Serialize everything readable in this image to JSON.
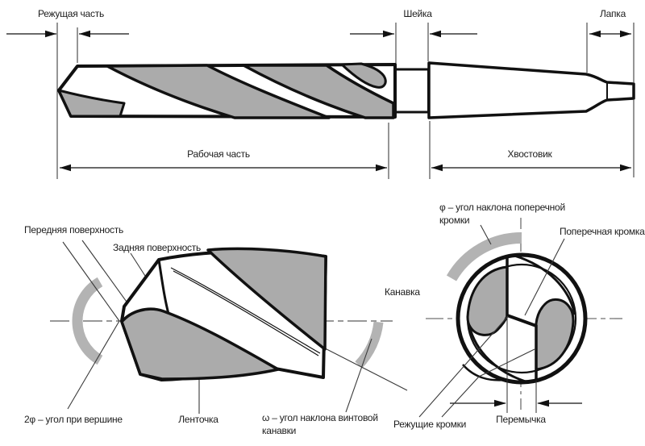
{
  "colors": {
    "line": "#1a1a1a",
    "flute_gray": "#ababab",
    "arc_gray": "#b3b3b3",
    "centerline": "#8a8a8a",
    "text": "#1c1c1c"
  },
  "side_view": {
    "labels": {
      "cutting_part": "Режущая часть",
      "neck": "Шейка",
      "tang": "Лапка",
      "working_part": "Рабочая часть",
      "shank": "Хвостовик"
    }
  },
  "point_view": {
    "labels": {
      "rake_face": "Передняя поверхность",
      "flank_face": "Задняя поверхность",
      "point_angle": "2φ – угол при вершине",
      "margin": "Ленточка",
      "helix_angle": "ω – угол наклона винтовой\nканавки",
      "flute": "Канавка"
    }
  },
  "end_view": {
    "labels": {
      "chisel_edge_angle": "φ – угол наклона поперечной\nкромки",
      "chisel_edge": "Поперечная кромка",
      "cutting_edges": "Режущие кромки",
      "web": "Перемычка"
    }
  }
}
